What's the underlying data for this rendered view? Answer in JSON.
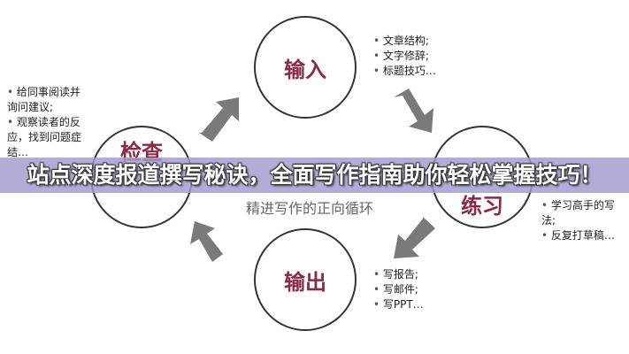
{
  "diagram": {
    "center_label": "精进写作的正向循环",
    "nodes": [
      {
        "label": "输入",
        "bullets": [
          "文章结构;",
          "文字修辞;",
          "标题技巧…"
        ]
      },
      {
        "label": "练习",
        "bullets": [
          "学习高手的写法;",
          "反复打草稿…"
        ]
      },
      {
        "label": "输出",
        "bullets": [
          "写报告;",
          "写邮件;",
          "写PPT…"
        ]
      },
      {
        "label": "检查",
        "bullets": [
          "给同事阅读并询问建议;",
          "观察读者的反应，找到问题症结…"
        ]
      }
    ]
  },
  "overlay": {
    "title": "站点深度报道撰写秘诀，全面写作指南助你轻松掌握技巧！"
  },
  "colors": {
    "band": "#a09bcd",
    "node_text": "#8b2a45",
    "arrow": "#7a7a7a"
  }
}
